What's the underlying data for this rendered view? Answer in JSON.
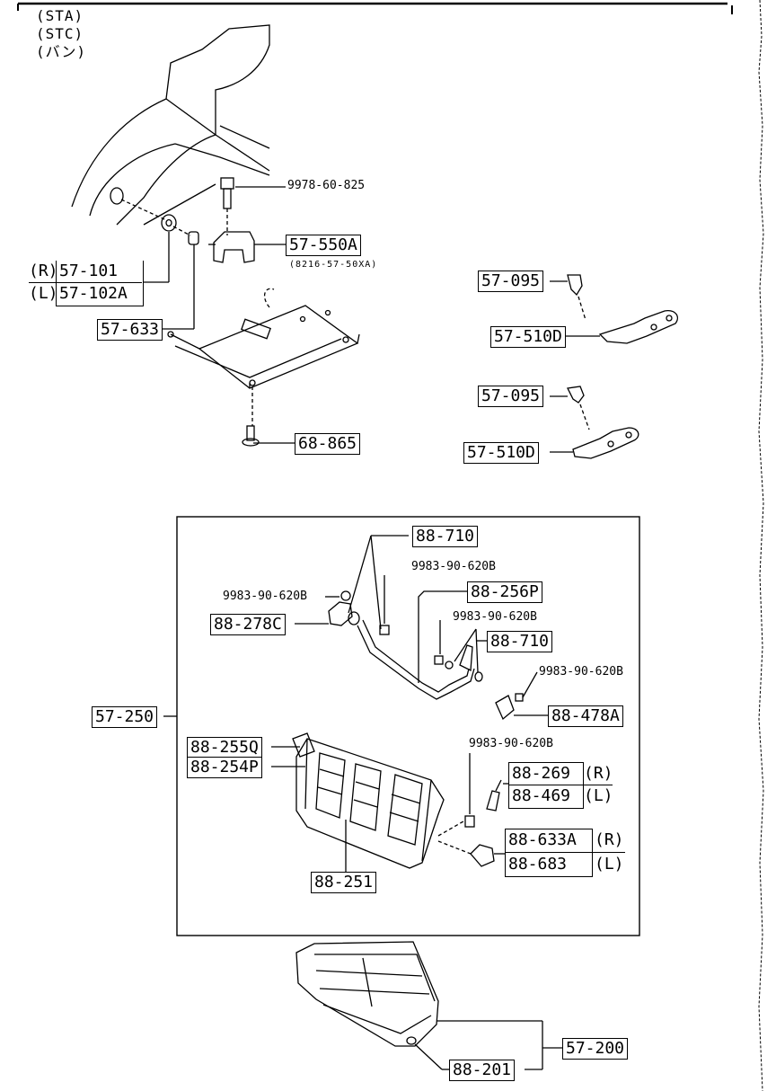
{
  "header": {
    "lines": [
      "(STA)",
      "(STC)",
      "(バン)"
    ]
  },
  "upper_parts": {
    "bolt": "9978-60-825",
    "bracket": "57-550A",
    "bracket_note": "(8216-57-50XA)",
    "r_tag": "(R)",
    "l_tag": "(L)",
    "washer_r": "57-101",
    "washer_l": "57-102A",
    "bushing": "57-633",
    "screw": "68-865"
  },
  "right_parts": {
    "screw_a": "57-095",
    "strap_a": "57-510D",
    "screw_b": "57-095",
    "strap_b": "57-510D"
  },
  "assembly": {
    "main": "57-250",
    "lever_top": "88-710",
    "lever_mid": "88-710",
    "bolt_1": "9983-90-620B",
    "bolt_2": "9983-90-620B",
    "bolt_3": "9983-90-620B",
    "bolt_4": "9983-90-620B",
    "bolt_5": "9983-90-620B",
    "rod": "88-256P",
    "bracket_left": "88-278C",
    "bracket_right": "88-478A",
    "cover": "88-255Q",
    "frame": "88-254P",
    "seat_back": "88-251",
    "hinge_r": "88-269",
    "hinge_l": "88-469",
    "pivot_r": "88-633A",
    "pivot_l": "88-683",
    "r_tag_1": "(R)",
    "l_tag_1": "(L)",
    "r_tag_2": "(R)",
    "l_tag_2": "(L)"
  },
  "cushion": {
    "main": "57-200",
    "part": "88-201"
  }
}
